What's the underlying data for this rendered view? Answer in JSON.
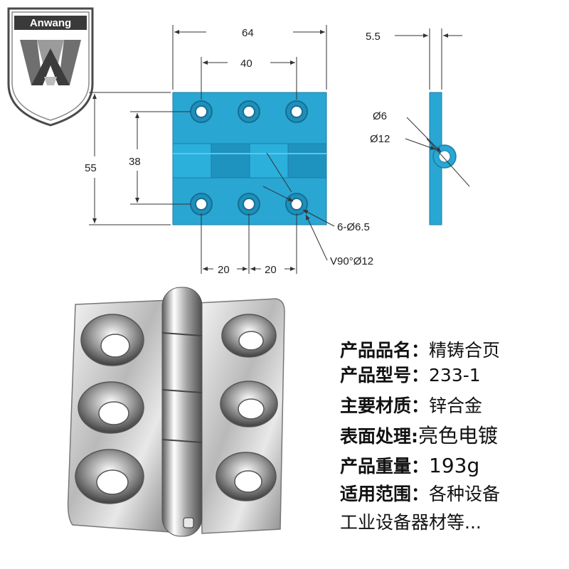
{
  "logo": {
    "brand": "Anwang"
  },
  "drawing": {
    "dims": {
      "width_total": "64",
      "hole_pitch_total": "40",
      "thickness": "5.5",
      "height_total": "55",
      "hole_pitch_vertical": "38",
      "pin_dia": "Ø6",
      "knuckle_dia": "Ø12",
      "holes": "6-Ø6.5",
      "countersink": "V90°Ø12",
      "pitch_a": "20",
      "pitch_b": "20"
    },
    "colors": {
      "plate": "#2aa6d3",
      "plate_dark": "#1a7ea6",
      "hole": "#ffffff",
      "line": "#333333"
    }
  },
  "specs": [
    {
      "label": "产品品名：",
      "value": "精铸合页"
    },
    {
      "label": "产品型号：",
      "value": "233-1"
    },
    {
      "label": "主要材质：",
      "value": "锌合金"
    },
    {
      "label": "表面处理:",
      "value": "亮色电镀"
    },
    {
      "label": "产品重量：",
      "value": "193g"
    },
    {
      "label": "适用范围：",
      "value": "各种设备"
    },
    {
      "label": "",
      "value": "工业设备器材等..."
    }
  ]
}
